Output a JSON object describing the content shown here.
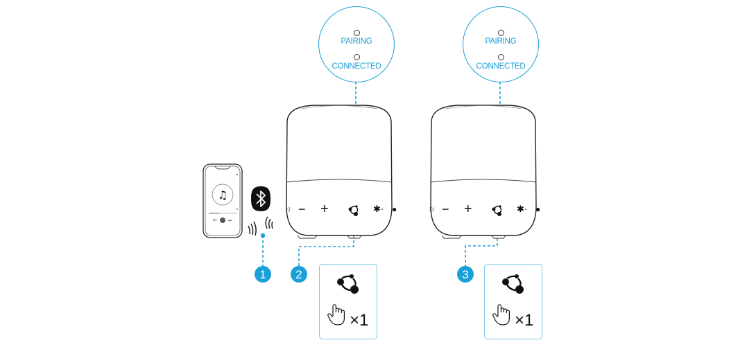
{
  "colors": {
    "accent": "#1aa0d8",
    "line": "#222222"
  },
  "indicators": [
    {
      "pairing_label": "PAIRING",
      "connected_label": "CONNECTED"
    },
    {
      "pairing_label": "PAIRING",
      "connected_label": "CONNECTED"
    }
  ],
  "steps": [
    {
      "number": "1",
      "description": "Phone connects via Bluetooth"
    },
    {
      "number": "2",
      "action_icon": "party-link-icon",
      "gesture_icon": "tap-hand-icon",
      "press_count": "×1"
    },
    {
      "number": "3",
      "action_icon": "party-link-icon",
      "gesture_icon": "tap-hand-icon",
      "press_count": "×1"
    }
  ],
  "speaker_buttons": [
    "light-icon",
    "volume-down-icon",
    "volume-up-icon",
    "party-link-icon",
    "bluetooth-icon",
    "power-icon"
  ]
}
